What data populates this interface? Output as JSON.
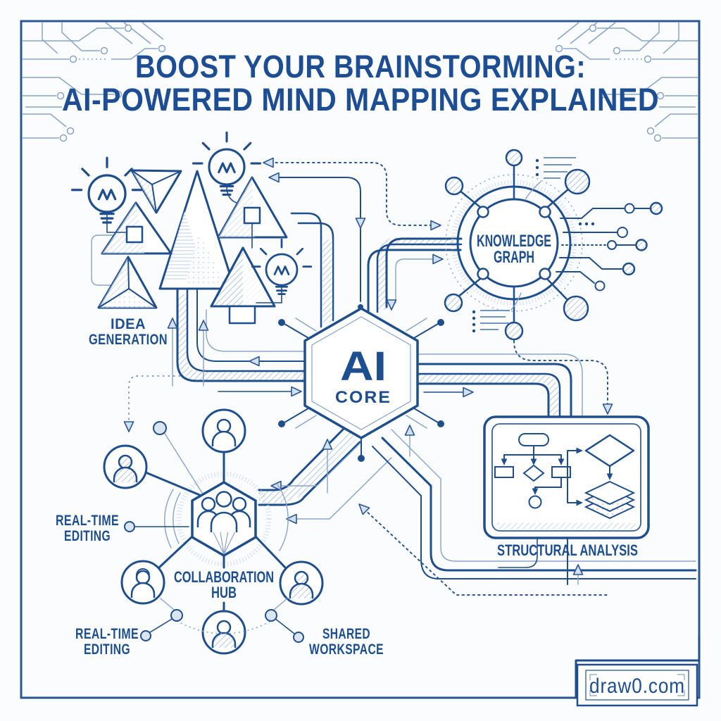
{
  "title": {
    "line1": "BOOST YOUR BRAINSTORMING:",
    "line2": "AI-POWERED MIND MAPPING EXPLAINED"
  },
  "nodes": {
    "idea_generation": {
      "label_line1": "IDEA",
      "label_line2": "GENERATION"
    },
    "knowledge_graph": {
      "label_line1": "KNOWLEDGE",
      "label_line2": "GRAPH"
    },
    "ai_core": {
      "label_line1": "AI",
      "label_line2": "CORE"
    },
    "collaboration_hub": {
      "label_line1": "COLLABORATION",
      "label_line2": "HUB"
    },
    "structural_analysis": {
      "label": "STRUCTURAL ANALYSIS"
    }
  },
  "sub_labels": {
    "real_time_editing_left": {
      "line1": "REAL-TIME",
      "line2": "EDITING"
    },
    "real_time_editing_bottom": {
      "line1": "REAL-TIME",
      "line2": "EDITING"
    },
    "shared_workspace": {
      "line1": "SHARED",
      "line2": "WORKSPACE"
    }
  },
  "watermark": {
    "text": "draw0.com"
  },
  "icons": [
    "lightbulb-icon",
    "triangle-prism-icon",
    "tree-triangle-icon",
    "person-avatar-icon",
    "team-group-icon",
    "flowchart-icon",
    "decision-diamond-icon",
    "layer-stack-icon",
    "list-lines-icon",
    "circuit-trace-icon",
    "graph-node-icon"
  ],
  "colors": {
    "ink": "#1f4e8c",
    "title_text": "#1d4e93",
    "line_light": "#87a3c8",
    "arrow_fill": "#d3e0f0",
    "hatch": "#9db7d6",
    "stipple": "#c9d7e8",
    "background": "#fbfcfe",
    "frame": "#2a5794"
  }
}
